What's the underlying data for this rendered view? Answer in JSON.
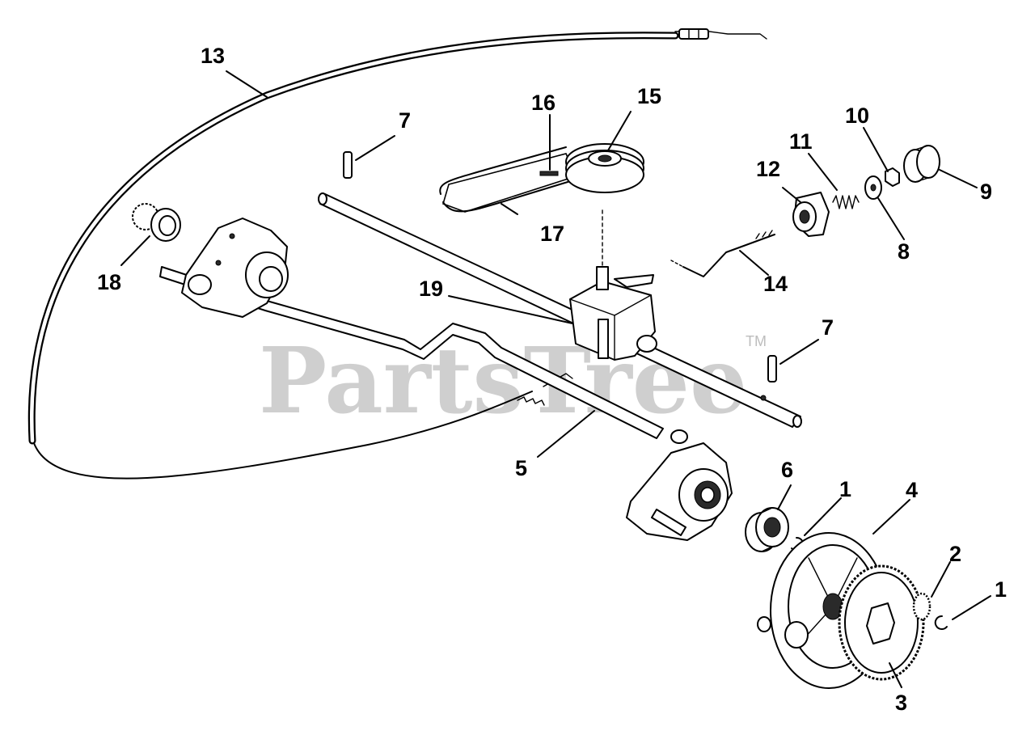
{
  "watermark": {
    "text": "PartsTree",
    "trademark": "TM"
  },
  "callouts": [
    {
      "number": "1"
    },
    {
      "number": "1"
    },
    {
      "number": "2"
    },
    {
      "number": "3"
    },
    {
      "number": "4"
    },
    {
      "number": "5"
    },
    {
      "number": "6"
    },
    {
      "number": "7"
    },
    {
      "number": "7"
    },
    {
      "number": "8"
    },
    {
      "number": "9"
    },
    {
      "number": "10"
    },
    {
      "number": "11"
    },
    {
      "number": "12"
    },
    {
      "number": "13"
    },
    {
      "number": "14"
    },
    {
      "number": "15"
    },
    {
      "number": "16"
    },
    {
      "number": "17"
    },
    {
      "number": "18"
    },
    {
      "number": "19"
    }
  ]
}
